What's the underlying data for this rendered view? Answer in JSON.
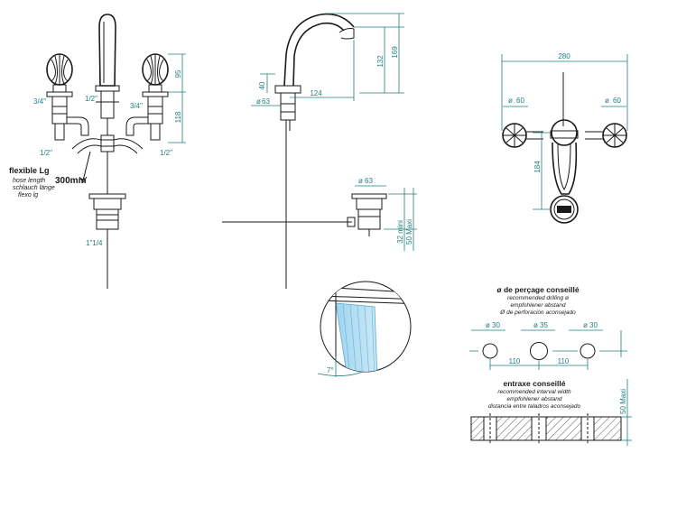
{
  "front_view": {
    "dims": {
      "d95": "95",
      "d118": "118"
    },
    "threads": {
      "spout_top": "1/2\"",
      "left_valve": "3/4\"",
      "right_valve": "3/4\"",
      "left_inlet": "1/2\"",
      "right_inlet": "1/2\"",
      "waste": "1\"1/4"
    },
    "hose_title": "flexible Lg",
    "hose_lines": [
      "hose length",
      "schlauch länge",
      "flexo lg"
    ],
    "hose_length": "300mm"
  },
  "side_view": {
    "dims": {
      "d40": "40",
      "d124": "124",
      "d63": "63",
      "d132": "132",
      "d169": "169"
    },
    "waste_dims": {
      "d63": "63",
      "d32": "32 mini",
      "d50": "50 Maxi"
    }
  },
  "top_view": {
    "dims": {
      "d280": "280",
      "d60l": "60",
      "d60r": "60",
      "d184": "184"
    }
  },
  "detail": {
    "angle": "7°"
  },
  "drilling": {
    "title": "ø de perçage conseillé",
    "lines": [
      "recommended drilling ø",
      "empfohlener abstand",
      "Ø de perforación aconsejado"
    ],
    "d30a": "30",
    "d35": "35",
    "d30b": "30",
    "d110a": "110",
    "d110b": "110"
  },
  "interval": {
    "title": "entraxe conseillé",
    "lines": [
      "recommended interval width",
      "empfohlener abstand",
      "distancia entre taladros aconsejado"
    ],
    "d50": "50 Maxi"
  }
}
